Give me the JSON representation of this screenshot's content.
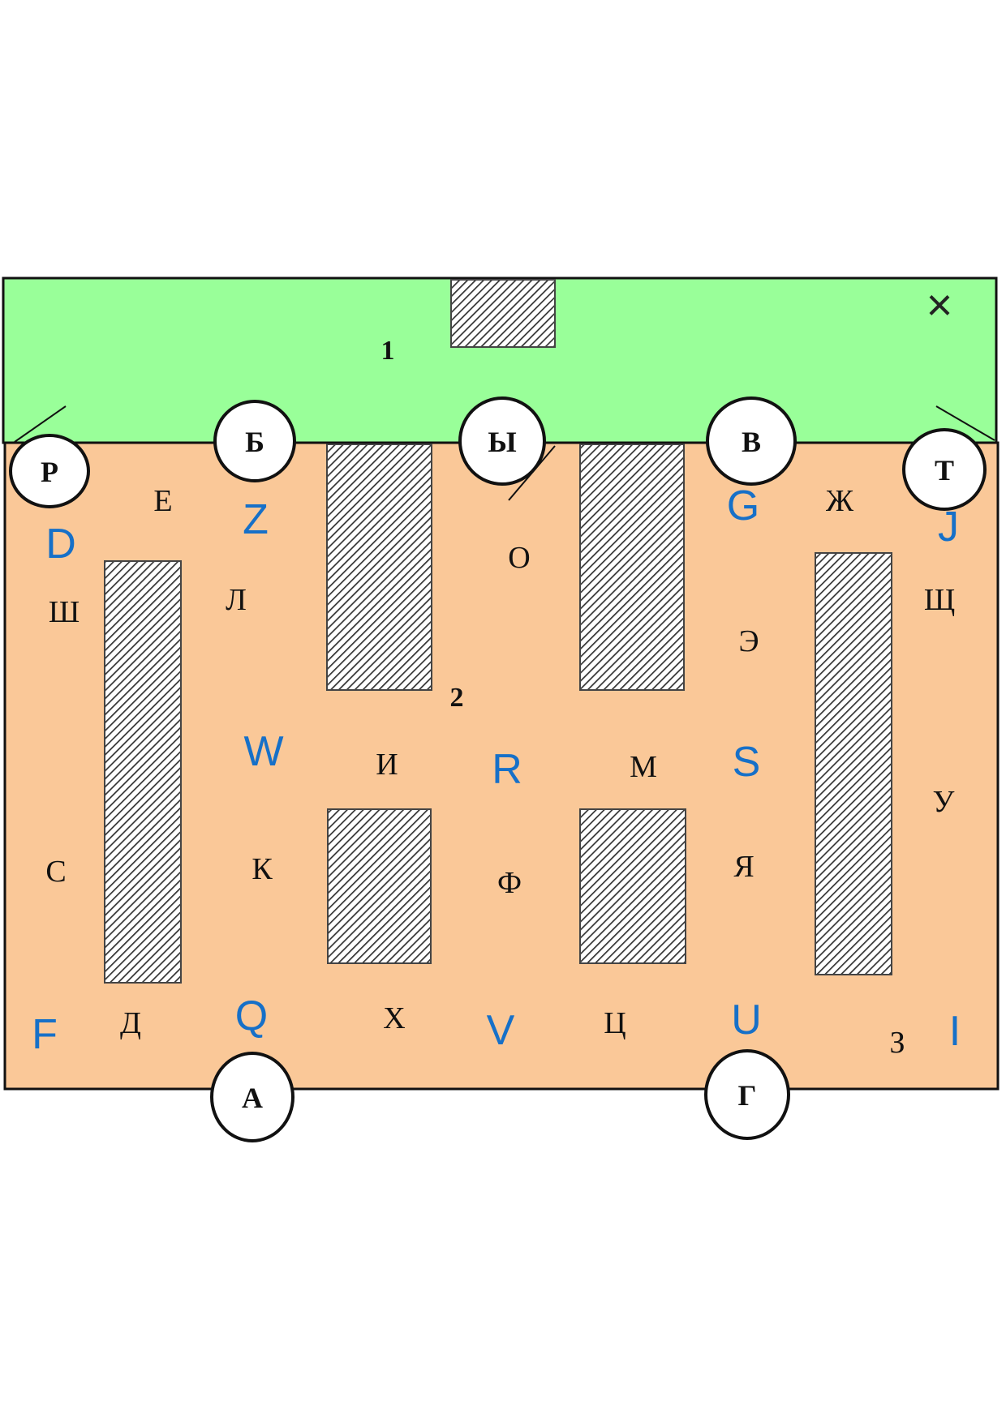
{
  "colors": {
    "zone_1": "#99ff99",
    "zone_2": "#fac898",
    "outline": "#111111",
    "blue_label": "#1670c8",
    "black_label": "#111111"
  },
  "zones": {
    "zone_1": "1",
    "zone_2": "2"
  },
  "close_mark": "×",
  "doors": [
    "Р",
    "Б",
    "Ы",
    "В",
    "Т",
    "А",
    "Г"
  ],
  "cyrillic_labels": [
    "Е",
    "Ж",
    "Ш",
    "Л",
    "О",
    "Щ",
    "Э",
    "И",
    "М",
    "У",
    "С",
    "К",
    "Ф",
    "Я",
    "Д",
    "Х",
    "Ц",
    "З"
  ],
  "blue_labels": [
    "D",
    "Z",
    "G",
    "J",
    "W",
    "R",
    "S",
    "Q",
    "V",
    "U",
    "F",
    "I"
  ]
}
